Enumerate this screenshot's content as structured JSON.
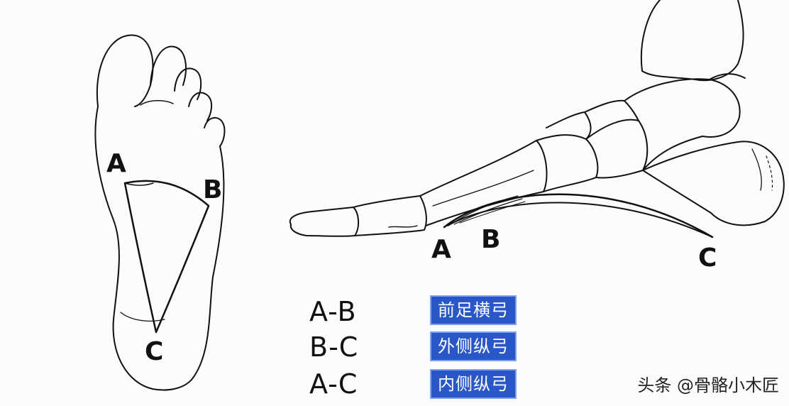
{
  "sole_view": {
    "point_a": "A",
    "point_b": "B",
    "point_c": "C"
  },
  "side_view": {
    "point_a": "A",
    "point_b": "B",
    "point_c": "C"
  },
  "legend": [
    {
      "code": "A-B",
      "name": "前足横弓"
    },
    {
      "code": "B-C",
      "name": "外侧纵弓"
    },
    {
      "code": "A-C",
      "name": "内侧纵弓"
    }
  ],
  "colors": {
    "badge_fill": "#2a57c8",
    "badge_border": "#7ea0f0",
    "line": "#111111",
    "background": "#fbfcfd"
  },
  "watermark": "头条 @骨骼小木匠"
}
